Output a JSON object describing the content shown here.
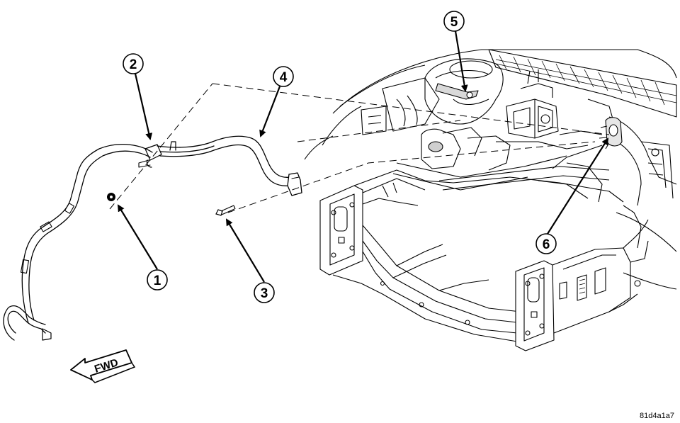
{
  "figure_id": "81d4a1a7",
  "fwd_label": "FWD",
  "callouts": [
    {
      "number": "1"
    },
    {
      "number": "2"
    },
    {
      "number": "3"
    },
    {
      "number": "4"
    },
    {
      "number": "5"
    },
    {
      "number": "6"
    }
  ]
}
